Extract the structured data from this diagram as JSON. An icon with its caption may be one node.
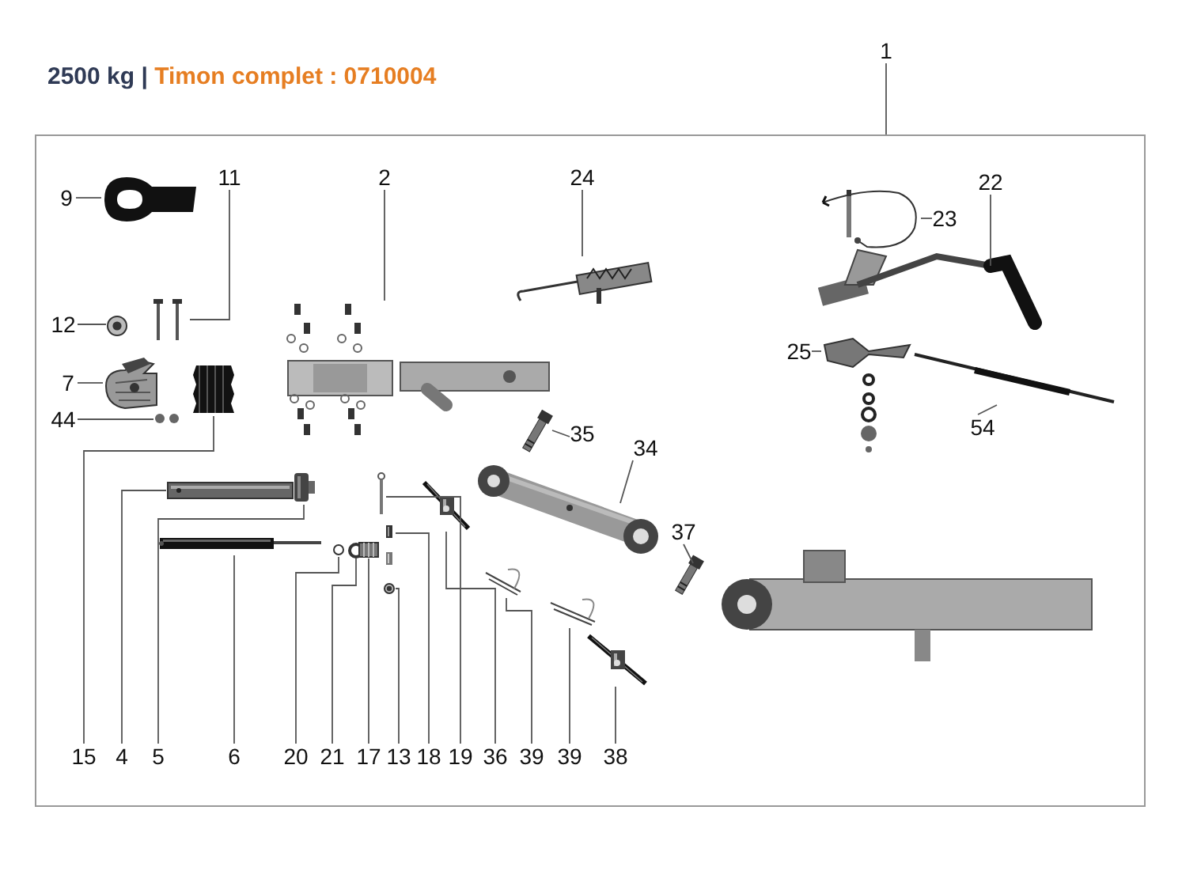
{
  "diagram": {
    "title": "2500 kg | Timon complet : 0710004",
    "nodes": [
      {
        "text": [
          "1"
        ]
      },
      {
        "text": [],
        "shape": "box"
      },
      {
        "text": [
          "9"
        ],
        "in": 1
      },
      {
        "text": [],
        "shape": "picture",
        "in": 1
      },
      {
        "text": [
          "11"
        ],
        "in": 1
      },
      {
        "text": [],
        "shape": "picture",
        "in": 1
      },
      {
        "text": [
          "2"
        ],
        "in": 1
      },
      {
        "text": [],
        "shape": "picture",
        "in": 1
      },
      {
        "text": [
          "24"
        ],
        "in": 1
      },
      {
        "text": [],
        "shape": "picture",
        "in": 1
      },
      {
        "text": [
          "22"
        ],
        "in": 1
      },
      {
        "text": [],
        "shape": "picture",
        "in": 1
      },
      {
        "text": [
          "23"
        ],
        "in": 1
      },
      {
        "text": [],
        "shape": "picture",
        "in": 1
      },
      {
        "text": [
          "12"
        ],
        "in": 1
      },
      {
        "text": [],
        "shape": "picture",
        "in": 1
      },
      {
        "text": [
          "25"
        ],
        "in": 1
      },
      {
        "text": [],
        "shape": "picture",
        "in": 1
      },
      {
        "text": [
          "7"
        ],
        "in": 1
      },
      {
        "text": [],
        "shape": "picture",
        "in": 1
      },
      {
        "text": [
          "44"
        ],
        "in": 1
      },
      {
        "text": [],
        "shape": "picture",
        "in": 1
      },
      {
        "text": [
          "54"
        ],
        "in": 1
      },
      {
        "text": [],
        "shape": "picture",
        "in": 1
      },
      {
        "text": [
          "35"
        ],
        "in": 1
      },
      {
        "text": [],
        "shape": "picture",
        "in": 1
      },
      {
        "text": [
          "34"
        ],
        "in": 1
      },
      {
        "text": [],
        "shape": "picture",
        "in": 1
      },
      {
        "text": [
          "37"
        ],
        "in": 1
      },
      {
        "text": [],
        "shape": "picture",
        "in": 1
      },
      {
        "text": [
          "15"
        ],
        "in": 1
      },
      {
        "text": [],
        "shape": "picture",
        "in": 1
      },
      {
        "text": [
          "4"
        ],
        "in": 1
      },
      {
        "text": [],
        "shape": "picture",
        "in": 1
      },
      {
        "text": [
          "5"
        ],
        "in": 1
      },
      {
        "text": [],
        "shape": "picture",
        "in": 1
      },
      {
        "text": [
          "6"
        ],
        "in": 1
      },
      {
        "text": [],
        "shape": "picture",
        "in": 1
      },
      {
        "text": [
          "20"
        ],
        "in": 1
      },
      {
        "text": [],
        "shape": "circle",
        "in": 1
      },
      {
        "text": [
          "21"
        ],
        "in": 1
      },
      {
        "text": [],
        "shape": "circle",
        "in": 1
      },
      {
        "text": [
          "17"
        ],
        "in": 1
      },
      {
        "text": [],
        "shape": "picture",
        "in": 1
      },
      {
        "text": [
          "13"
        ],
        "in": 1
      },
      {
        "text": [],
        "shape": "picture",
        "in": 1
      },
      {
        "text": [
          "18"
        ],
        "in": 1
      },
      {
        "text": [],
        "shape": "picture",
        "in": 1
      },
      {
        "text": [
          "19"
        ],
        "in": 1
      },
      {
        "text": [],
        "shape": "picture",
        "in": 1
      },
      {
        "text": [
          "36"
        ],
        "in": 1
      },
      {
        "text": [],
        "shape": "picture",
        "in": 1
      },
      {
        "text": [
          "39"
        ],
        "in": 1
      },
      {
        "text": [],
        "shape": "picture",
        "in": 1
      },
      {
        "text": [
          "39"
        ],
        "in": 1
      },
      {
        "text": [],
        "shape": "picture",
        "in": 1
      },
      {
        "text": [
          "38"
        ],
        "in": 1
      },
      {
        "text": [],
        "shape": "picture",
        "in": 1
      }
    ],
    "edges": [
      {
        "from": 0,
        "to": 1,
        "arrow": "none"
      },
      {
        "from": 2,
        "to": 3,
        "arrow": "none"
      },
      {
        "from": 4,
        "to": 5,
        "arrow": "none"
      },
      {
        "from": 6,
        "to": 7,
        "arrow": "none"
      },
      {
        "from": 8,
        "to": 9,
        "arrow": "none"
      },
      {
        "from": 10,
        "to": 11,
        "arrow": "none"
      },
      {
        "from": 12,
        "to": 13,
        "arrow": "none"
      },
      {
        "from": 14,
        "to": 15,
        "arrow": "none"
      },
      {
        "from": 16,
        "to": 17,
        "arrow": "none"
      },
      {
        "from": 18,
        "to": 19,
        "arrow": "none"
      },
      {
        "from": 20,
        "to": 21,
        "arrow": "none"
      },
      {
        "from": 22,
        "to": 23,
        "arrow": "none"
      },
      {
        "from": 24,
        "to": 25,
        "arrow": "none"
      },
      {
        "from": 26,
        "to": 27,
        "arrow": "none"
      },
      {
        "from": 28,
        "to": 29,
        "arrow": "none"
      },
      {
        "from": 30,
        "to": 31,
        "arrow": "none"
      },
      {
        "from": 32,
        "to": 33,
        "arrow": "none"
      },
      {
        "from": 34,
        "to": 35,
        "arrow": "none"
      },
      {
        "from": 36,
        "to": 37,
        "arrow": "none"
      },
      {
        "from": 38,
        "to": 39,
        "arrow": "none"
      },
      {
        "from": 40,
        "to": 41,
        "arrow": "none"
      },
      {
        "from": 42,
        "to": 43,
        "arrow": "none"
      },
      {
        "from": 44,
        "to": 45,
        "arrow": "none"
      },
      {
        "from": 46,
        "to": 47,
        "arrow": "none"
      },
      {
        "from": 48,
        "to": 49,
        "arrow": "none"
      },
      {
        "from": 50,
        "to": 51,
        "arrow": "none"
      },
      {
        "from": 52,
        "to": 53,
        "arrow": "none"
      },
      {
        "from": 54,
        "to": 55,
        "arrow": "none"
      },
      {
        "from": 56,
        "to": 57,
        "arrow": "none"
      }
    ]
  }
}
